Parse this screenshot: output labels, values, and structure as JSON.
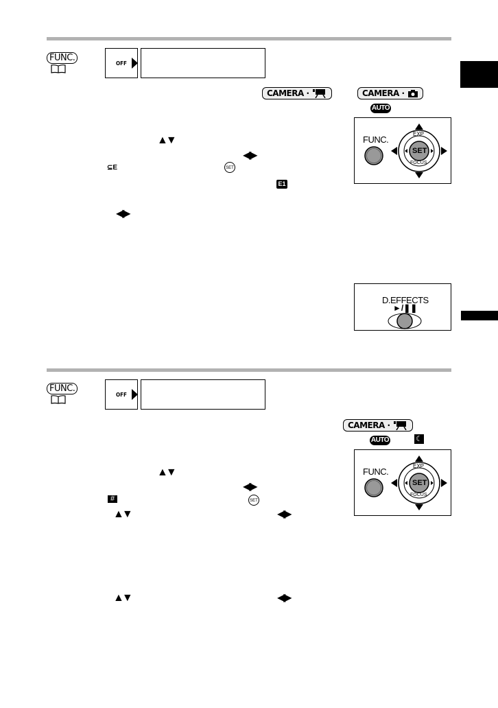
{
  "sections": [
    {
      "func_label": "FUNC.",
      "book_icon": "book-icon",
      "menu_icon_text": "OFF",
      "menu_icon": "digital-effects-off-icon",
      "menu_box_text": "",
      "mode_badges": [
        {
          "label": "CAMERA ·",
          "icon": "movie-camera-icon",
          "glyph": "🎥"
        },
        {
          "label": "CAMERA ·",
          "icon": "still-camera-icon",
          "glyph": "📷"
        }
      ],
      "program_badges": [
        {
          "label": "AUTO"
        }
      ],
      "step_glyphs": {
        "up_down": "▲▼",
        "left_right": "◀▶",
        "set": "SET",
        "effect_icon": "⊆E",
        "e1": "E1",
        "left_right_2": "◀▶"
      },
      "dpad_panel": {
        "func": "FUNC.",
        "exp": "EXP",
        "set": "SET",
        "focus": "FOCUS"
      },
      "deffects_panel": {
        "label": "D.EFFECTS",
        "sublabel": "►/❚❚"
      }
    },
    {
      "func_label": "FUNC.",
      "book_icon": "book-icon",
      "menu_icon_text": "OFF",
      "menu_icon": "digital-effects-off-icon",
      "menu_box_text": "",
      "mode_badges": [
        {
          "label": "CAMERA ·",
          "icon": "movie-camera-icon",
          "glyph": "🎥"
        }
      ],
      "program_badges": [
        {
          "label": "AUTO"
        },
        {
          "label": "☾",
          "icon": "night-mode-icon"
        }
      ],
      "step_glyphs": {
        "up_down": "▲▼",
        "left_right": "◀▶",
        "set": "SET",
        "grid_icon": "#",
        "up_down_2": "▲▼",
        "left_right_2": "◀▶",
        "up_down_3": "▲▼",
        "left_right_3": "◀▶"
      },
      "dpad_panel": {
        "func": "FUNC.",
        "exp": "EXP",
        "set": "SET",
        "focus": "FOCUS"
      }
    }
  ]
}
